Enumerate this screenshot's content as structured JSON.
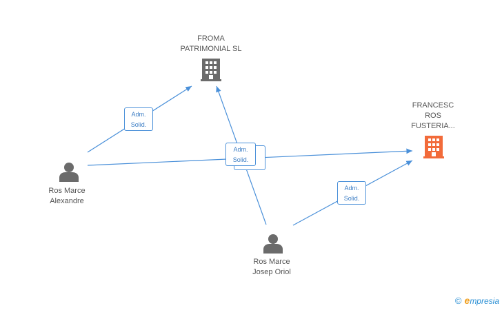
{
  "nodes": {
    "froma": {
      "label_line1": "FROMA",
      "label_line2": "PATRIMONIAL SL",
      "icon": "building-icon",
      "color": "#6b6b6b"
    },
    "francesc": {
      "label_line1": "FRANCESC",
      "label_line2": "ROS",
      "label_line3": "FUSTERIA...",
      "icon": "building-icon",
      "color": "#f26b3a"
    },
    "alexandre": {
      "label_line1": "Ros Marce",
      "label_line2": "Alexandre",
      "icon": "person-icon",
      "color": "#6b6b6b"
    },
    "oriol": {
      "label_line1": "Ros Marce",
      "label_line2": "Josep Oriol",
      "icon": "person-icon",
      "color": "#6b6b6b"
    }
  },
  "edges": [
    {
      "from": "alexandre",
      "to": "froma",
      "label_line1": "Adm.",
      "label_line2": "Solid."
    },
    {
      "from": "alexandre",
      "to": "francesc",
      "label_line1": "Adm.",
      "label_line2": "Solid."
    },
    {
      "from": "oriol",
      "to": "froma",
      "label_line1": "Adm.",
      "label_line2": "Solid."
    },
    {
      "from": "oriol",
      "to": "francesc",
      "label_line1": "Adm.",
      "label_line2": "Solid."
    }
  ],
  "colors": {
    "edge": "#4a90d9"
  },
  "brand": {
    "copyright": "©",
    "initial": "e",
    "name": "mpresia"
  }
}
